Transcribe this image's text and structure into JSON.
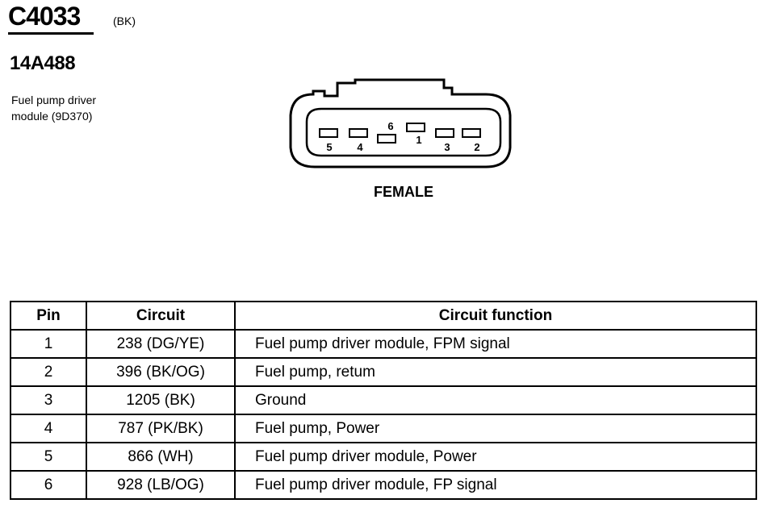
{
  "connector": {
    "id": "C4033",
    "color_code": "(BK)",
    "part_number": "14A488",
    "description_line1": "Fuel pump driver",
    "description_line2": "module (9D370)",
    "gender": "FEMALE",
    "pin_labels": [
      "5",
      "4",
      "6",
      "1",
      "3",
      "2"
    ]
  },
  "table": {
    "headers": [
      "Pin",
      "Circuit",
      "Circuit function"
    ],
    "rows": [
      {
        "pin": "1",
        "circuit": "238 (DG/YE)",
        "function": "Fuel pump driver module, FPM signal"
      },
      {
        "pin": "2",
        "circuit": "396 (BK/OG)",
        "function": "Fuel pump, retum"
      },
      {
        "pin": "3",
        "circuit": "1205 (BK)",
        "function": "Ground"
      },
      {
        "pin": "4",
        "circuit": "787 (PK/BK)",
        "function": "Fuel pump, Power"
      },
      {
        "pin": "5",
        "circuit": "866 (WH)",
        "function": "Fuel pump driver module, Power"
      },
      {
        "pin": "6",
        "circuit": "928 (LB/OG)",
        "function": "Fuel pump driver module, FP signal"
      }
    ]
  }
}
